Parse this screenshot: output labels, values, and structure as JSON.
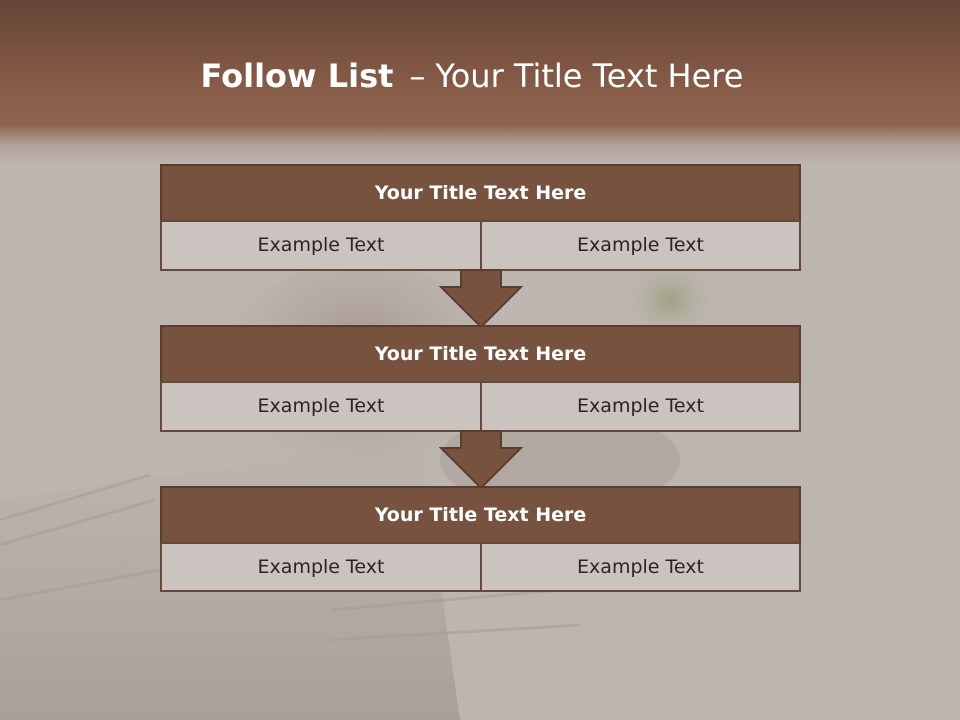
{
  "title": {
    "strong": "Follow List",
    "separator": "–",
    "rest": "Your Title Text Here"
  },
  "blocks": [
    {
      "heading": "Your Title Text Here",
      "left_text": "Example Text",
      "right_text": "Example Text"
    },
    {
      "heading": "Your Title Text Here",
      "left_text": "Example Text",
      "right_text": "Example Text"
    },
    {
      "heading": "Your Title Text Here",
      "left_text": "Example Text",
      "right_text": "Example Text"
    }
  ],
  "colors": {
    "header_band": "#7a5241",
    "block_heading": "#77523f",
    "block_cell": "#cbc3bf",
    "arrow": "#77523f",
    "background": "#bdb5af"
  },
  "icons": {
    "connector": "down-arrow-icon"
  }
}
